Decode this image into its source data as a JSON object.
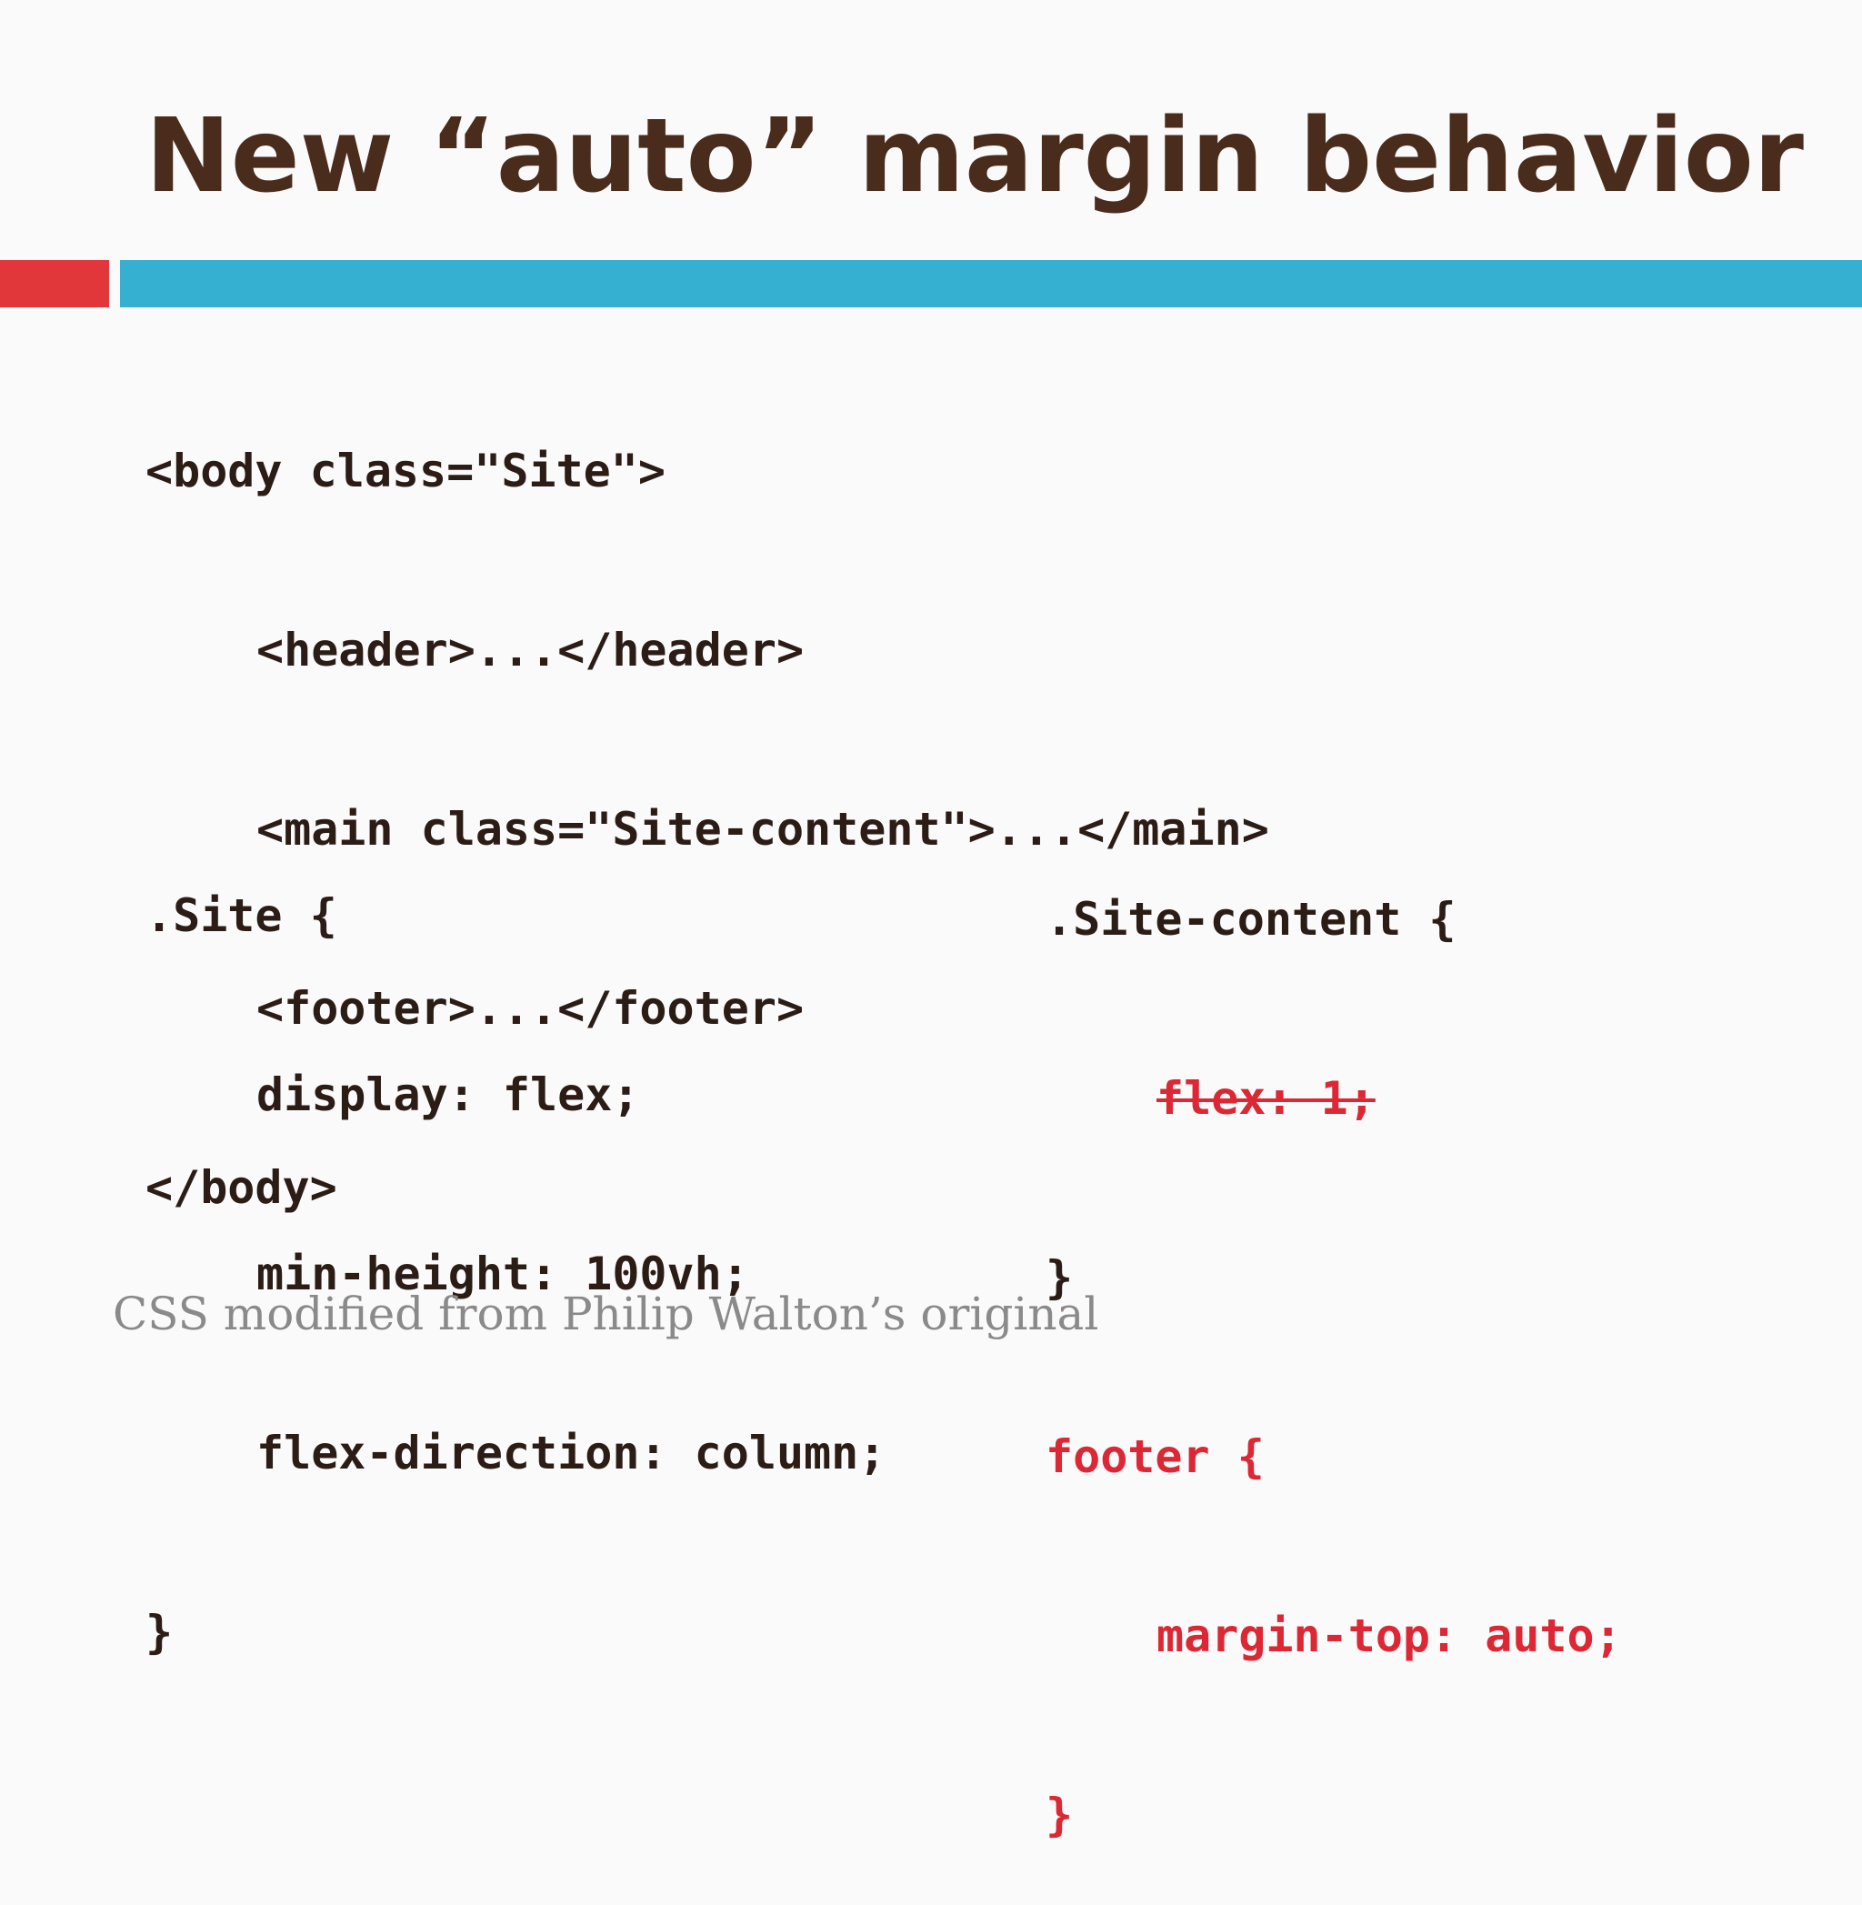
{
  "title": "New “auto” margin behavior",
  "html_code": {
    "body_open": "<body class=\"Site\">",
    "header": "<header>...</header>",
    "main": "<main class=\"Site-content\">...</main>",
    "footer": "<footer>...</footer>",
    "body_close": "</body>"
  },
  "css_left": {
    "selector_open": ".Site {",
    "display": "display: flex;",
    "min_height": "min-height: 100vh;",
    "flex_direction": "flex-direction: column;",
    "close": "}"
  },
  "css_right": {
    "selector_open": ".Site-content {",
    "removed_rule": "flex: 1;",
    "close": "}",
    "footer_open": "footer {",
    "footer_rule": "margin-top: auto;",
    "footer_close": "}"
  },
  "credit": "CSS modified from Philip Walton’s original",
  "colors": {
    "title": "#4a2c1d",
    "accent_red": "#e1373a",
    "accent_blue": "#35b0d0",
    "code_highlight": "#dc2734",
    "credit_gray": "#8a8a8a"
  }
}
